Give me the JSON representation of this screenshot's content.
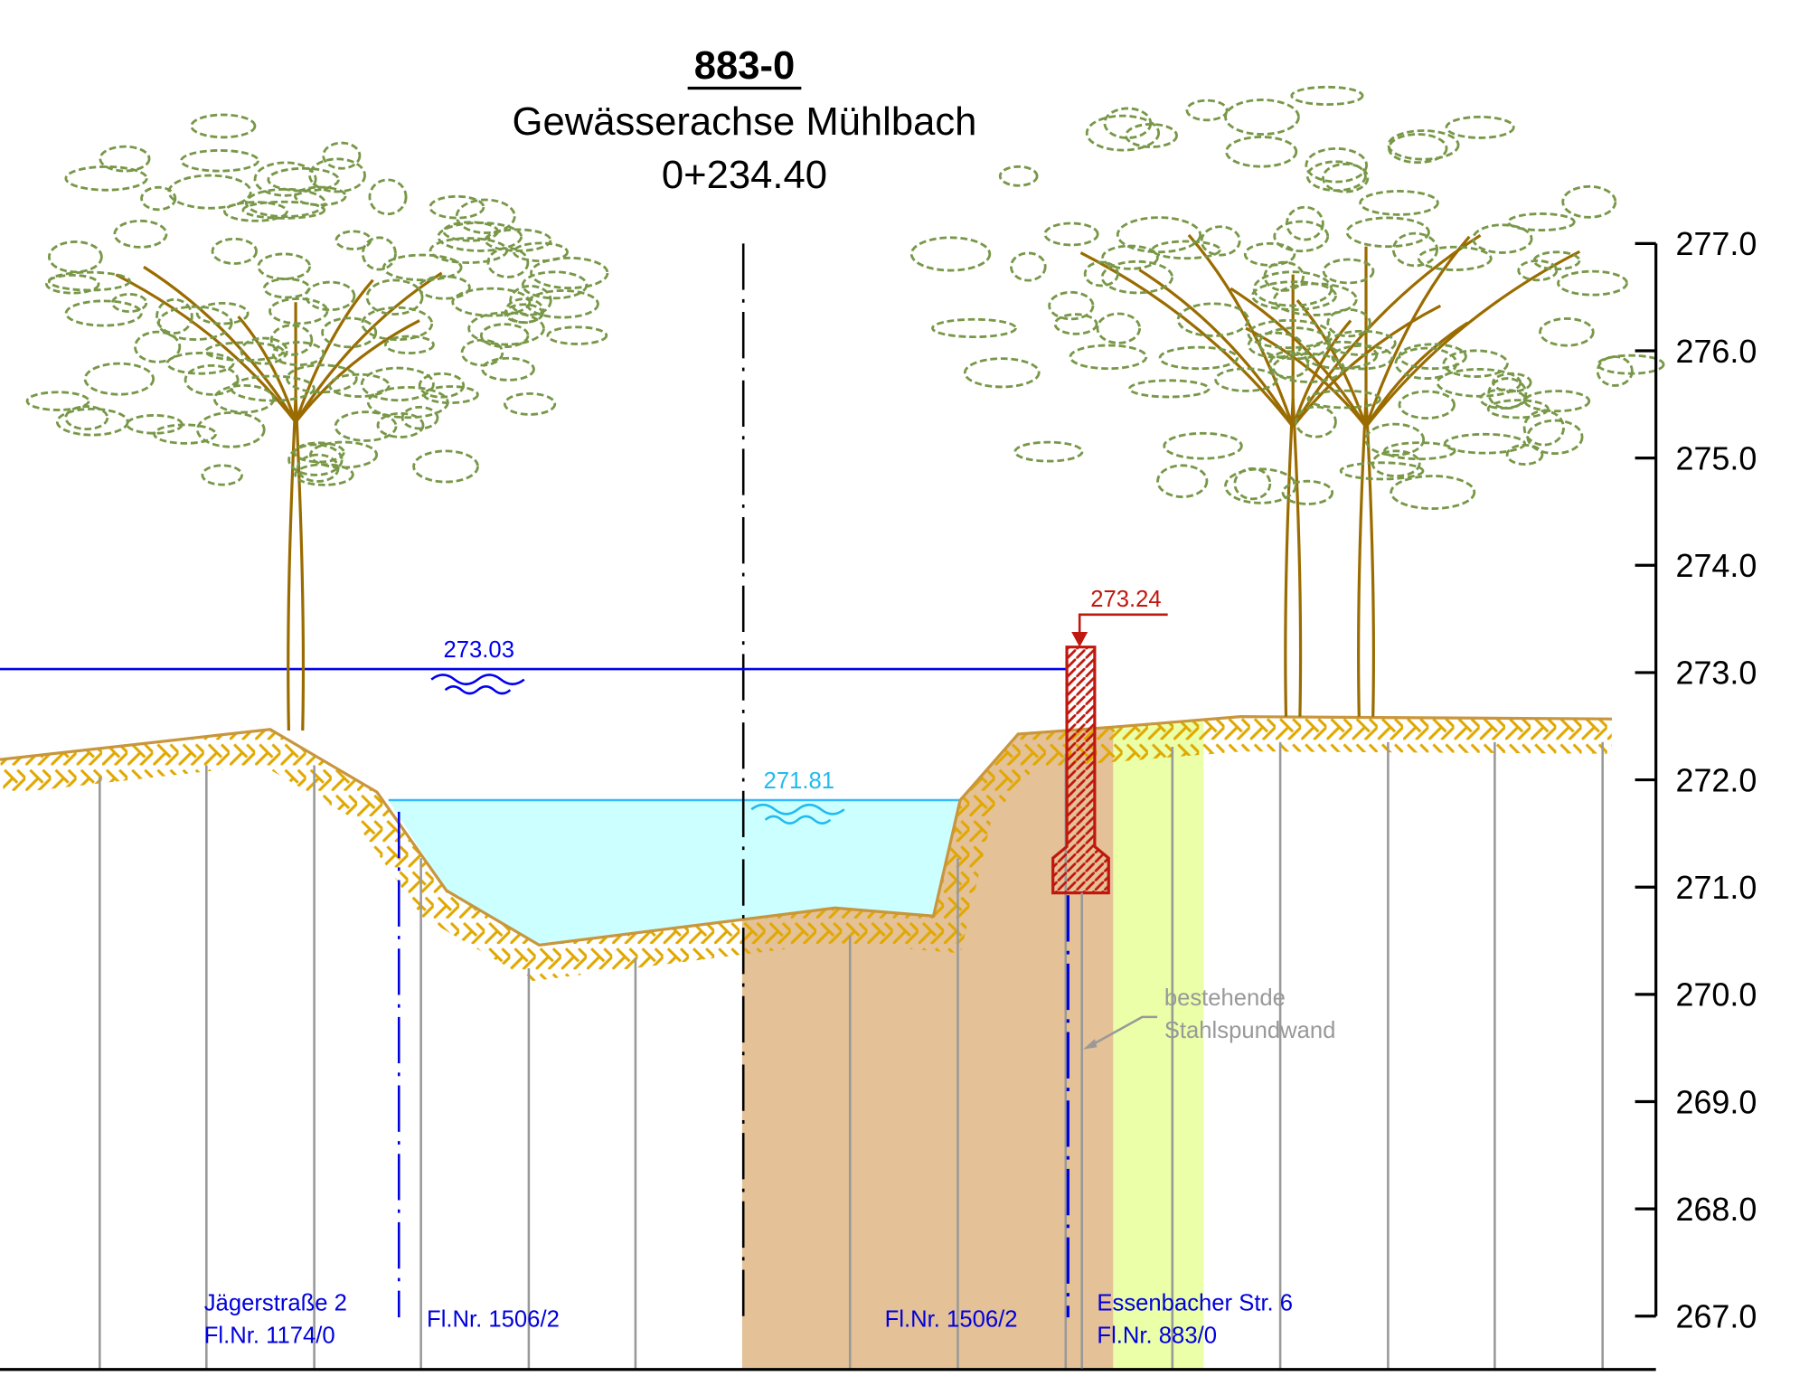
{
  "title": {
    "id": "883-0",
    "axis_name": "Gewässerachse Mühlbach",
    "station": "0+234.40"
  },
  "elevation_axis": {
    "ticks": [
      "277.0",
      "276.0",
      "275.0",
      "274.0",
      "273.0",
      "272.0",
      "271.0",
      "270.0",
      "269.0",
      "268.0",
      "267.0"
    ],
    "min": 267.0,
    "max": 277.0
  },
  "levels": {
    "flood_level": "273.03",
    "water_level": "271.81",
    "wall_top": "273.24"
  },
  "annotations": {
    "sheet_pile_line1": "bestehende",
    "sheet_pile_line2": "Stahlspundwand"
  },
  "parcels": {
    "left_owner": "Jägerstraße 2",
    "left_parcel": "Fl.Nr. 1174/0",
    "stream_parcel_left": "Fl.Nr. 1506/2",
    "stream_parcel_right": "Fl.Nr. 1506/2",
    "right_owner": "Essenbacher Str. 6",
    "right_parcel": "Fl.Nr. 883/0"
  },
  "colors": {
    "water": "#ccffff",
    "water_line": "#33bbff",
    "flood_line": "#0000ee",
    "soil_fill": "#e4c196",
    "soil_hatch": "#e0a800",
    "green_zone": "#eaffa8",
    "wall": "#c0180e",
    "foliage": "#789848",
    "trunk": "#9a6c00"
  }
}
